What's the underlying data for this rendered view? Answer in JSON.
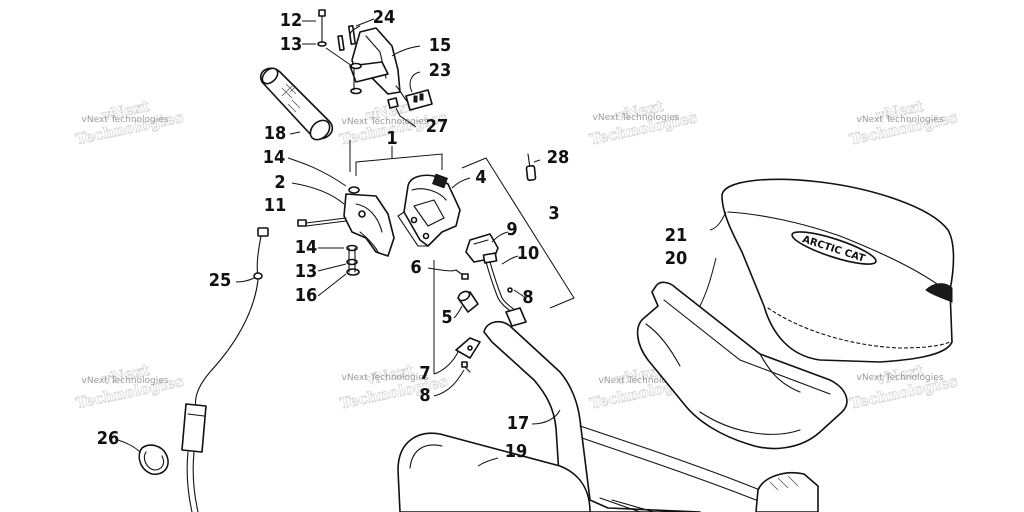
{
  "diagram": {
    "callouts": [
      "12",
      "24",
      "13",
      "15",
      "23",
      "18",
      "27",
      "1",
      "14",
      "28",
      "2",
      "4",
      "11",
      "3",
      "9",
      "21",
      "14",
      "10",
      "20",
      "13",
      "6",
      "16",
      "8",
      "25",
      "5",
      "7",
      "8",
      "17",
      "26",
      "19"
    ],
    "watermark": "vNext Technologies",
    "brand_text": "ARCTIC CAT"
  }
}
